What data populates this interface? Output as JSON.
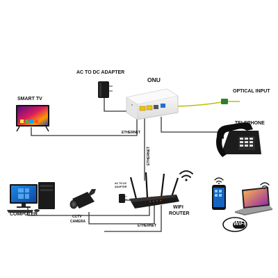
{
  "labels": {
    "ac_adapter_top": "AC TO DC ADAPTER",
    "onu": "ONU",
    "smart_tv": "SMART TV",
    "optical_input": "OPTICAL INPUT",
    "telephone": "TELEPHONE",
    "ethernet_tv": "ETHERNET",
    "ethernet_vertical": "ETHERNET",
    "ac_adapter_small_line1": "AC TO DC",
    "ac_adapter_small_line2": "ADAPTER",
    "computer": "COMPUTER",
    "cctv_line1": "CCTV",
    "cctv_line2": "CAMERA",
    "wifi_router_line1": "WIFI",
    "wifi_router_line2": "ROUTER",
    "ethernet_bottom": "ETHERNET",
    "wifi_logo": "WiFi"
  },
  "icons": {
    "wifi_signal": "wifi-signal-icon",
    "wifi_logo": "wifi-logo-icon"
  },
  "colors": {
    "cable": "#333333",
    "optical_cable": "#b8c400",
    "onu_port_yellow": "#f2c200",
    "onu_port_blue": "#1f6fd1",
    "tv_screen": "#c2185b"
  }
}
